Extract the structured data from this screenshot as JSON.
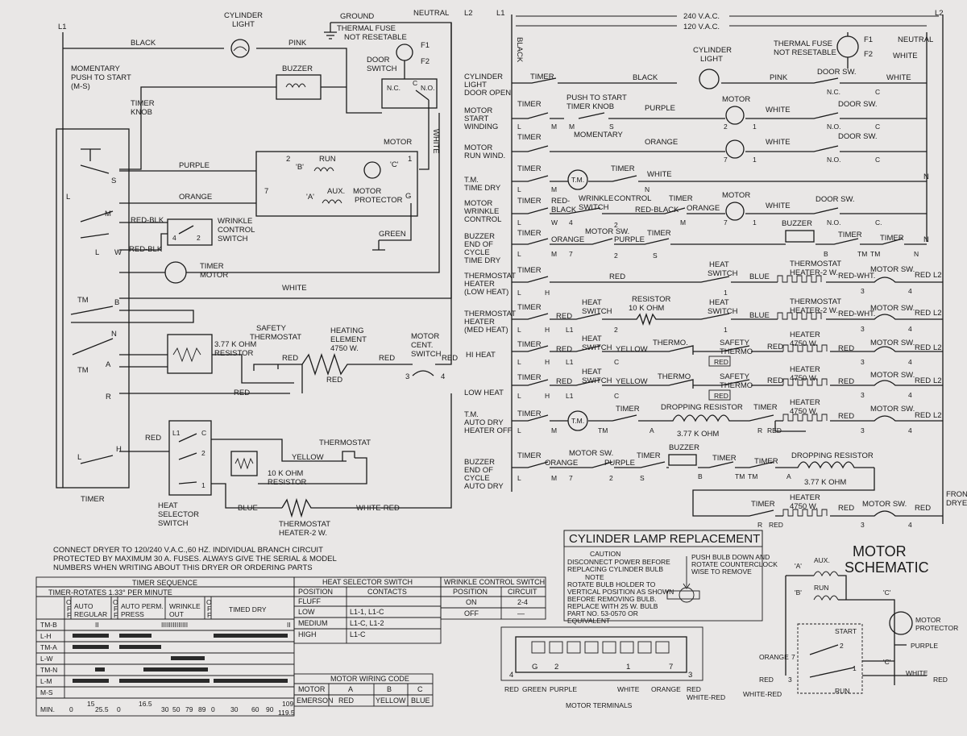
{
  "left": {
    "L1": "L1",
    "L2": "L2",
    "black": "BLACK",
    "cyl_light_1": "CYLINDER",
    "cyl_light_2": "LIGHT",
    "pink": "PINK",
    "ground": "GROUND",
    "neutral": "NEUTRAL",
    "tfuse_1": "THERMAL FUSE",
    "tfuse_2": "NOT RESETABLE",
    "f1": "F1",
    "f2": "F2",
    "door_1": "DOOR",
    "door_2": "SWITCH",
    "nc": "N.C.",
    "c": "C",
    "no": "N.O.",
    "white_v": "WHITE",
    "momentary_1": "MOMENTARY",
    "momentary_2": "PUSH TO START",
    "momentary_3": "(M-S)",
    "buzzer": "BUZZER",
    "timer_knob_1": "TIMER",
    "timer_knob_2": "KNOB",
    "motor": "MOTOR",
    "purple": "PURPLE",
    "run": "RUN",
    "aux": "AUX.",
    "b_lbl": "'B'",
    "a_lbl": "'A'",
    "c_lbl": "'C'",
    "n2": "2",
    "n1": "1",
    "n7": "7",
    "n3": "3",
    "mprot_1": "MOTOR",
    "mprot_2": "PROTECTOR",
    "g": "G",
    "orange": "ORANGE",
    "l": "L",
    "s": "S",
    "m": "M",
    "w": "W",
    "redblk1": "RED-BLK",
    "redblk2": "RED-BLK",
    "wrinkle_1": "WRINKLE",
    "wrinkle_2": "CONTROL",
    "wrinkle_3": "SWITCH",
    "w4": "4",
    "w2": "2",
    "green": "GREEN",
    "tmotor_1": "TIMER",
    "tmotor_2": "MOTOR",
    "white_h": "WHITE",
    "tm": "TM",
    "b": "B",
    "n": "N",
    "tm2": "TM",
    "a": "A",
    "r": "R",
    "h": "H",
    "timer": "TIMER",
    "safety_1": "SAFETY",
    "safety_2": "THERMOSTAT",
    "he_1": "HEATING",
    "he_2": "ELEMENT",
    "he_3": "4750 W.",
    "res_1": "3.77 K OHM",
    "res_2": "RESISTOR",
    "red": "RED",
    "red2": "RED",
    "red3": "RED",
    "red4": "RED",
    "mcs_1": "MOTOR",
    "mcs_2": "CENT.",
    "mcs_3": "SWITCH",
    "mcs_3n": "3",
    "mcs_4n": "4",
    "hs_l1": "L1",
    "hs_c": "C",
    "hs_2": "2",
    "hs_1": "1",
    "hs_1l": "HEAT",
    "hs_2l": "SELECTOR",
    "hs_3l": "SWITCH",
    "yellow": "YELLOW",
    "thermostat": "THERMOSTAT",
    "r10k_1": "10 K OHM",
    "r10k_2": "RESISTOR",
    "blue": "BLUE",
    "whitered": "WHITE-RED",
    "th2_1": "THERMOSTAT",
    "th2_2": "HEATER-2 W."
  },
  "right": {
    "L1": "L1",
    "v240": "240 V.A.C.",
    "v120": "120 V.A.C.",
    "tfuse_1": "THERMAL FUSE",
    "tfuse_2": "NOT RESETABLE",
    "f1": "F1",
    "f2": "F2",
    "neutral": "NEUTRAL",
    "white": "WHITE",
    "black_v": "BLACK",
    "cyl_1": "CYLINDER",
    "cyl_2": "LIGHT",
    "N": "N",
    "L2": "L2",
    "rows": [
      {
        "label": [
          "CYLINDER",
          "LIGHT",
          "DOOR OPEN"
        ]
      },
      {
        "label": [
          "MOTOR",
          "START",
          "WINDING"
        ]
      },
      {
        "label": [
          "MOTOR",
          "RUN WIND."
        ]
      },
      {
        "label": [
          "T.M.",
          "TIME DRY"
        ]
      },
      {
        "label": [
          "MOTOR",
          "WRINKLE",
          "CONTROL"
        ]
      },
      {
        "label": [
          "BUZZER",
          "END OF",
          "CYCLE",
          "TIME DRY"
        ]
      },
      {
        "label": [
          "THERMOSTAT",
          "HEATER",
          "(LOW HEAT)"
        ]
      },
      {
        "label": [
          "THERMOSTAT",
          "HEATER",
          "(MED HEAT)"
        ]
      },
      {
        "label": [
          "HI HEAT"
        ]
      },
      {
        "label": [
          "LOW HEAT"
        ]
      },
      {
        "label": [
          "T.M.",
          "AUTO DRY",
          "HEATER OFF"
        ]
      },
      {
        "label": [
          "BUZZER",
          "END OF",
          "CYCLE",
          "AUTO DRY"
        ]
      }
    ],
    "r1": {
      "timer": "TIMER",
      "black": "BLACK",
      "pink": "PINK",
      "door": "DOOR SW.",
      "white": "WHITE",
      "nc": "N.C.",
      "c": "C"
    },
    "r2": {
      "timer": "TIMER",
      "push_1": "PUSH TO START",
      "push_2": "TIMER KNOB",
      "purple": "PURPLE",
      "motor": "MOTOR",
      "white": "WHITE",
      "door": "DOOR SW.",
      "l": "L",
      "m": "M",
      "m2": "M",
      "s": "S",
      "n2": "2",
      "n1": "1",
      "no": "N.O.",
      "c": "C"
    },
    "r3": {
      "timer": "TIMER",
      "momentary": "MOMENTARY",
      "orange": "ORANGE",
      "white": "WHITE",
      "door": "DOOR SW.",
      "n7": "7",
      "n1": "1",
      "no": "N.O.",
      "c": "C"
    },
    "r4": {
      "timer": "TIMER",
      "tm": "T.M.",
      "timer2": "TIMER",
      "white": "WHITE",
      "l": "L",
      "m": "M",
      "n": "N"
    },
    "r5": {
      "timer": "TIMER",
      "rb_1": "RED-",
      "rb_2": "BLACK",
      "wr_1": "WRINKLE",
      "wr_2": "SWITCH",
      "control": "CONTROL",
      "timer2": "TIMER",
      "redblack": "RED-BLACK",
      "orange": "ORANGE",
      "motor": "MOTOR",
      "white": "WHITE",
      "door": "DOOR SW.",
      "l": "L",
      "w": "W",
      "n4": "4",
      "n2": "2",
      "m": "M",
      "n7": "7",
      "n1": "1",
      "no": "N.O.",
      "c": "C."
    },
    "r6": {
      "timer": "TIMER",
      "orange": "ORANGE",
      "msw": "MOTOR SW.",
      "purple": "PURPLE",
      "timer2": "TIMER",
      "buzzer": "BUZZER",
      "timer3": "TIMER",
      "timer4": "TIMER",
      "l": "L",
      "m": "M",
      "n7": "7",
      "n2": "2",
      "s": "S",
      "b": "B",
      "tm": "TM",
      "tm2": "TM",
      "n": "N"
    },
    "r7": {
      "timer": "TIMER",
      "red": "RED",
      "hs_1": "HEAT",
      "hs_2": "SWITCH",
      "blue": "BLUE",
      "th_1": "THERMOSTAT",
      "th_2": "HEATER-2 W.",
      "rw": "RED-WHT.",
      "msw": "MOTOR SW.",
      "red2": "RED",
      "l": "L",
      "h": "H",
      "n1": "1",
      "n3": "3",
      "n4": "4"
    },
    "r8": {
      "timer": "TIMER",
      "red": "RED",
      "hs_1": "HEAT",
      "hs_2": "SWITCH",
      "res_1": "RESISTOR",
      "res_2": "10 K OHM",
      "hs2_1": "HEAT",
      "hs2_2": "SWITCH",
      "blue": "BLUE",
      "th_1": "THERMOSTAT",
      "th_2": "HEATER-2 W.",
      "rw": "RED-WHT.",
      "msw": "MOTOR SW.",
      "red2": "RED",
      "l": "L",
      "h": "H",
      "l1": "L1",
      "n2": "2",
      "n1": "1",
      "n3": "3",
      "n4": "4"
    },
    "r9": {
      "timer": "TIMER",
      "red": "RED",
      "hs_1": "HEAT",
      "hs_2": "SWITCH",
      "yellow": "YELLOW",
      "thermo": "THERMO.",
      "st_1": "SAFETY",
      "st_2": "THERMO",
      "red2": "RED",
      "red3": "RED",
      "h_1": "HEATER",
      "h_2": "4750 W.",
      "red4": "RED",
      "msw": "MOTOR SW.",
      "red5": "RED",
      "l": "L",
      "h": "H",
      "l1": "L1",
      "c": "C",
      "n3": "3",
      "n4": "4"
    },
    "r10": {
      "timer": "TIMER",
      "red": "RED",
      "hs_1": "HEAT",
      "hs_2": "SWITCH",
      "yellow": "YELLOW",
      "thermo": "THERMO",
      "st_1": "SAFETY",
      "st_2": "THERMO",
      "red2": "RED",
      "red3": "RED",
      "h_1": "HEATER",
      "h_2": "4750 W.",
      "red4": "RED",
      "msw": "MOTOR SW.",
      "red5": "RED",
      "l": "L",
      "h": "H",
      "l1": "L1",
      "c": "C",
      "n3": "3",
      "n4": "4"
    },
    "r11": {
      "timer": "TIMER",
      "tm": "T.M.",
      "timer2": "TIMER",
      "dr": "DROPPING RESISTOR",
      "ohm": "3.77 K OHM",
      "timer3": "TIMER",
      "h_1": "HEATER",
      "h_2": "4750 W.",
      "red": "RED",
      "msw": "MOTOR SW.",
      "red2": "RED",
      "l": "L",
      "m": "M",
      "tm2": "TM",
      "a": "A",
      "r": "R",
      "red3": "RED",
      "n3": "3",
      "n4": "4"
    },
    "r12": {
      "timer": "TIMER",
      "orange": "ORANGE",
      "msw": "MOTOR SW.",
      "purple": "PURPLE",
      "timer2": "TIMER",
      "buzzer": "BUZZER",
      "timer3": "TIMER",
      "timer4": "TIMER",
      "dr": "DROPPING RESISTOR",
      "ohm": "3.77 K OHM",
      "l": "L",
      "m": "M",
      "n7": "7",
      "n2": "2",
      "s": "S",
      "b": "B",
      "tm": "TM",
      "tm2": "TM",
      "a": "A"
    },
    "r13": {
      "timer": "TIMER",
      "h_1": "HEATER",
      "h_2": "4750 W.",
      "red": "RED",
      "msw": "MOTOR SW.",
      "red2": "RED",
      "r": "R",
      "red3": "RED",
      "n3": "3",
      "n4": "4",
      "fron_1": "FRON",
      "fron_2": "DRYE"
    }
  },
  "notes": {
    "connect": "CONNECT DRYER TO 120/240 V.A.C.,60 HZ. INDIVIDUAL BRANCH CIRCUIT",
    "protected": "PROTECTED BY MAXIMUM 30 A. FUSES. ALWAYS GIVE THE SERIAL & MODEL",
    "numbers": "NUMBERS WHEN WRITING ABOUT THIS DRYER OR ORDERING PARTS"
  },
  "timer_seq": {
    "title": "TIMER SEQUENCE",
    "rotates": "TIMER-ROTATES 1.33° PER MINUTE",
    "h_of": "O\nF\nF",
    "h_auto": "AUTO\nREGULAR",
    "h_perm": "AUTO PERM.\nPRESS",
    "h_wr": "WRINKLE\nOUT",
    "h_timed": "TIMED DRY",
    "rows": [
      "TM-B",
      "L-H",
      "TM-A",
      "L-W",
      "TM-N",
      "L-M",
      "M-S"
    ],
    "min": "MIN.",
    "ticks": [
      "0",
      "15",
      "25.5",
      "0",
      "16.5",
      "30",
      "50",
      "79",
      "89",
      "0",
      "30",
      "60",
      "90",
      "109",
      "119.5"
    ]
  },
  "heat_sel": {
    "title": "HEAT SELECTOR SWITCH",
    "h1": "POSITION",
    "h2": "CONTACTS",
    "rows": [
      [
        "FLUFF",
        ""
      ],
      [
        "LOW",
        "L1-1, L1-C"
      ],
      [
        "MEDIUM",
        "L1-C, L1-2"
      ],
      [
        "HIGH",
        "L1-C"
      ]
    ]
  },
  "wrinkle": {
    "title": "WRINKLE CONTROL SWITCH",
    "h1": "POSITION",
    "h2": "CIRCUIT",
    "rows": [
      [
        "ON",
        "2-4"
      ],
      [
        "OFF",
        "—"
      ]
    ]
  },
  "motor_code": {
    "title": "MOTOR WIRING CODE",
    "h": [
      "MOTOR",
      "A",
      "B",
      "C"
    ],
    "r": [
      "EMERSON",
      "RED",
      "YELLOW",
      "BLUE"
    ]
  },
  "terminals": {
    "title": "MOTOR TERMINALS",
    "nums": [
      "4",
      "G",
      "2",
      "1",
      "7",
      "3"
    ],
    "wires": [
      "RED",
      "GREEN",
      "PURPLE",
      "WHITE",
      "ORANGE",
      "RED",
      "WHITE-RED"
    ]
  },
  "lamp": {
    "title": "CYLINDER LAMP REPLACEMENT",
    "caution": "CAUTION",
    "c1": "DISCONNECT POWER BEFORE",
    "c2": "REPLACING CYLINDER BULB",
    "note": "NOTE",
    "n1": "ROTATE BULB HOLDER TO",
    "n2": "VERTICAL POSITION AS SHOWN",
    "n3": "BEFORE REMOVING BULB.",
    "n4": "REPLACE WITH 25 W. BULB",
    "n5": "PART NO. 53-0570 OR",
    "n6": "EQUIVALENT",
    "p1": "PUSH BULB DOWN AND",
    "p2": "ROTATE COUNTERCLOCK",
    "p3": "WISE TO REMOVE"
  },
  "schem": {
    "title_1": "MOTOR",
    "title_2": "SCHEMATIC",
    "a": "'A'",
    "aux": "AUX.",
    "b": "'B'",
    "run": "RUN",
    "c": "'C'",
    "mp_1": "MOTOR",
    "mp_2": "PROTECTOR",
    "start": "START",
    "n2": "2",
    "n1": "1",
    "n7": "7",
    "n3": "3",
    "c2": "'C'",
    "purple": "PURPLE",
    "orange": "ORANGE",
    "white": "WHITE",
    "red": "RED",
    "red2": "RED",
    "whitered": "WHITE-RED",
    "run2": "RUN"
  }
}
